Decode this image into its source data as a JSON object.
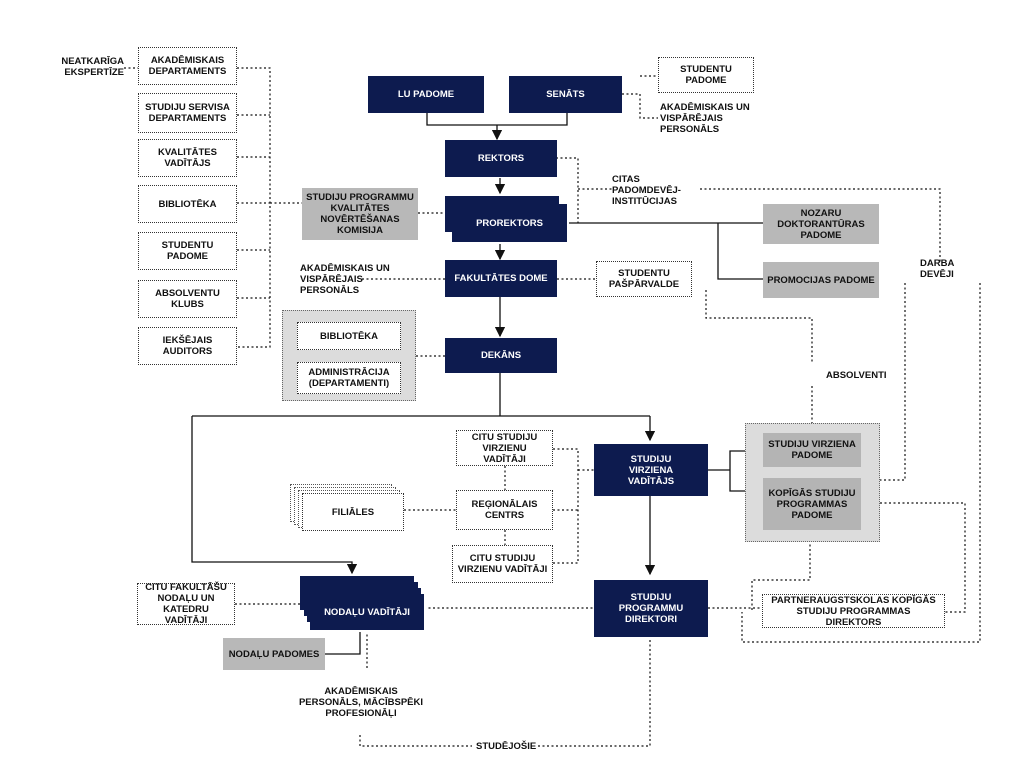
{
  "nodes": {
    "lu_padome": "LU PADOME",
    "senats": "SENĀTS",
    "rektors": "REKTORS",
    "prorektors": "PROREKTORS",
    "fakultates_dome": "FAKULTĀTES DOME",
    "dekans": "DEKĀNS",
    "studiju_virziena_vaditajs": "STUDIJU VIRZIENA VADĪTĀJS",
    "studiju_programmu_direktori": "STUDIJU PROGRAMMU DIREKTORI",
    "nodalu_vaditaji": "NODAĻU VADĪTĀJI",
    "studiju_programmu_komisija": "STUDIJU PROGRAMMU KVALITĀTES NOVĒRTĒŠANAS KOMISIJA",
    "nozaru_doktorant_padome": "NOZARU DOKTORANTŪRAS PADOME",
    "promocijas_padome": "PROMOCIJAS PADOME",
    "studiju_virziena_padome": "STUDIJU VIRZIENA PADOME",
    "kopigas_studiju_padome": "KOPĪGĀS STUDIJU PROGRAMMAS PADOME",
    "nodalu_padomes": "NODAĻU PADOMES",
    "akademiskais_departaments": "AKADĒMISKAIS DEPARTAMENTS",
    "studiju_servisa_departaments": "STUDIJU SERVISA DEPARTAMENTS",
    "kvalitates_vaditajs": "KVALITĀTES VADĪTĀJS",
    "biblioteka_left": "BIBLIOTĒKA",
    "studentu_padome_left": "STUDENTU PADOME",
    "absolventu_klubs": "ABSOLVENTU KLUBS",
    "ieksejais_auditors": "IEKŠĒJAIS AUDITORS",
    "studentu_padome_top": "STUDENTU PADOME",
    "studentu_pasparvalde": "STUDENTU PAŠPĀRVALDE",
    "biblioteka_dean": "BIBLIOTĒKA",
    "administracija": "ADMINISTRĀCIJA (DEPARTAMENTI)",
    "citu_studiju_1": "CITU STUDIJU VIRZIENU VADĪTĀJI",
    "regionalais_centrs": "REĢIONĀLAIS CENTRS",
    "citu_studiju_2": "CITU STUDIJU VIRZIENU VADĪTĀJI",
    "filiales": "FILIĀLES",
    "citu_fakultasu": "CITU FAKULTĀŠU NODAĻU UN KATEDRU VADĪTĀJI",
    "partneraugstskolas": "PARTNERAUGSTSKOLAS KOPĪGĀS STUDIJU PROGRAMMAS DIREKTORS"
  },
  "labels": {
    "neatkariga_ekspertize": "NEATKARĪGA EKSPERTĪZE",
    "akad_visp_personals_top": "AKADĒMISKAIS UN VISPĀRĒJAIS PERSONĀLS",
    "citas_padomdevej": "CITAS PADOMDEVĒJ-INSTITŪCIJAS",
    "akad_visp_personals_left": "AKADĒMISKAIS UN VISPĀRĒJAIS PERSONĀLS",
    "darba_deveji": "DARBA DEVĒJI",
    "absolventi": "ABSOLVENTI",
    "akad_personals_bottom": "AKADĒMISKAIS PERSONĀLS, MĀCĪBSPĒKI PROFESIONĀĻI",
    "studejosie": "STUDĒJOŠIE"
  }
}
